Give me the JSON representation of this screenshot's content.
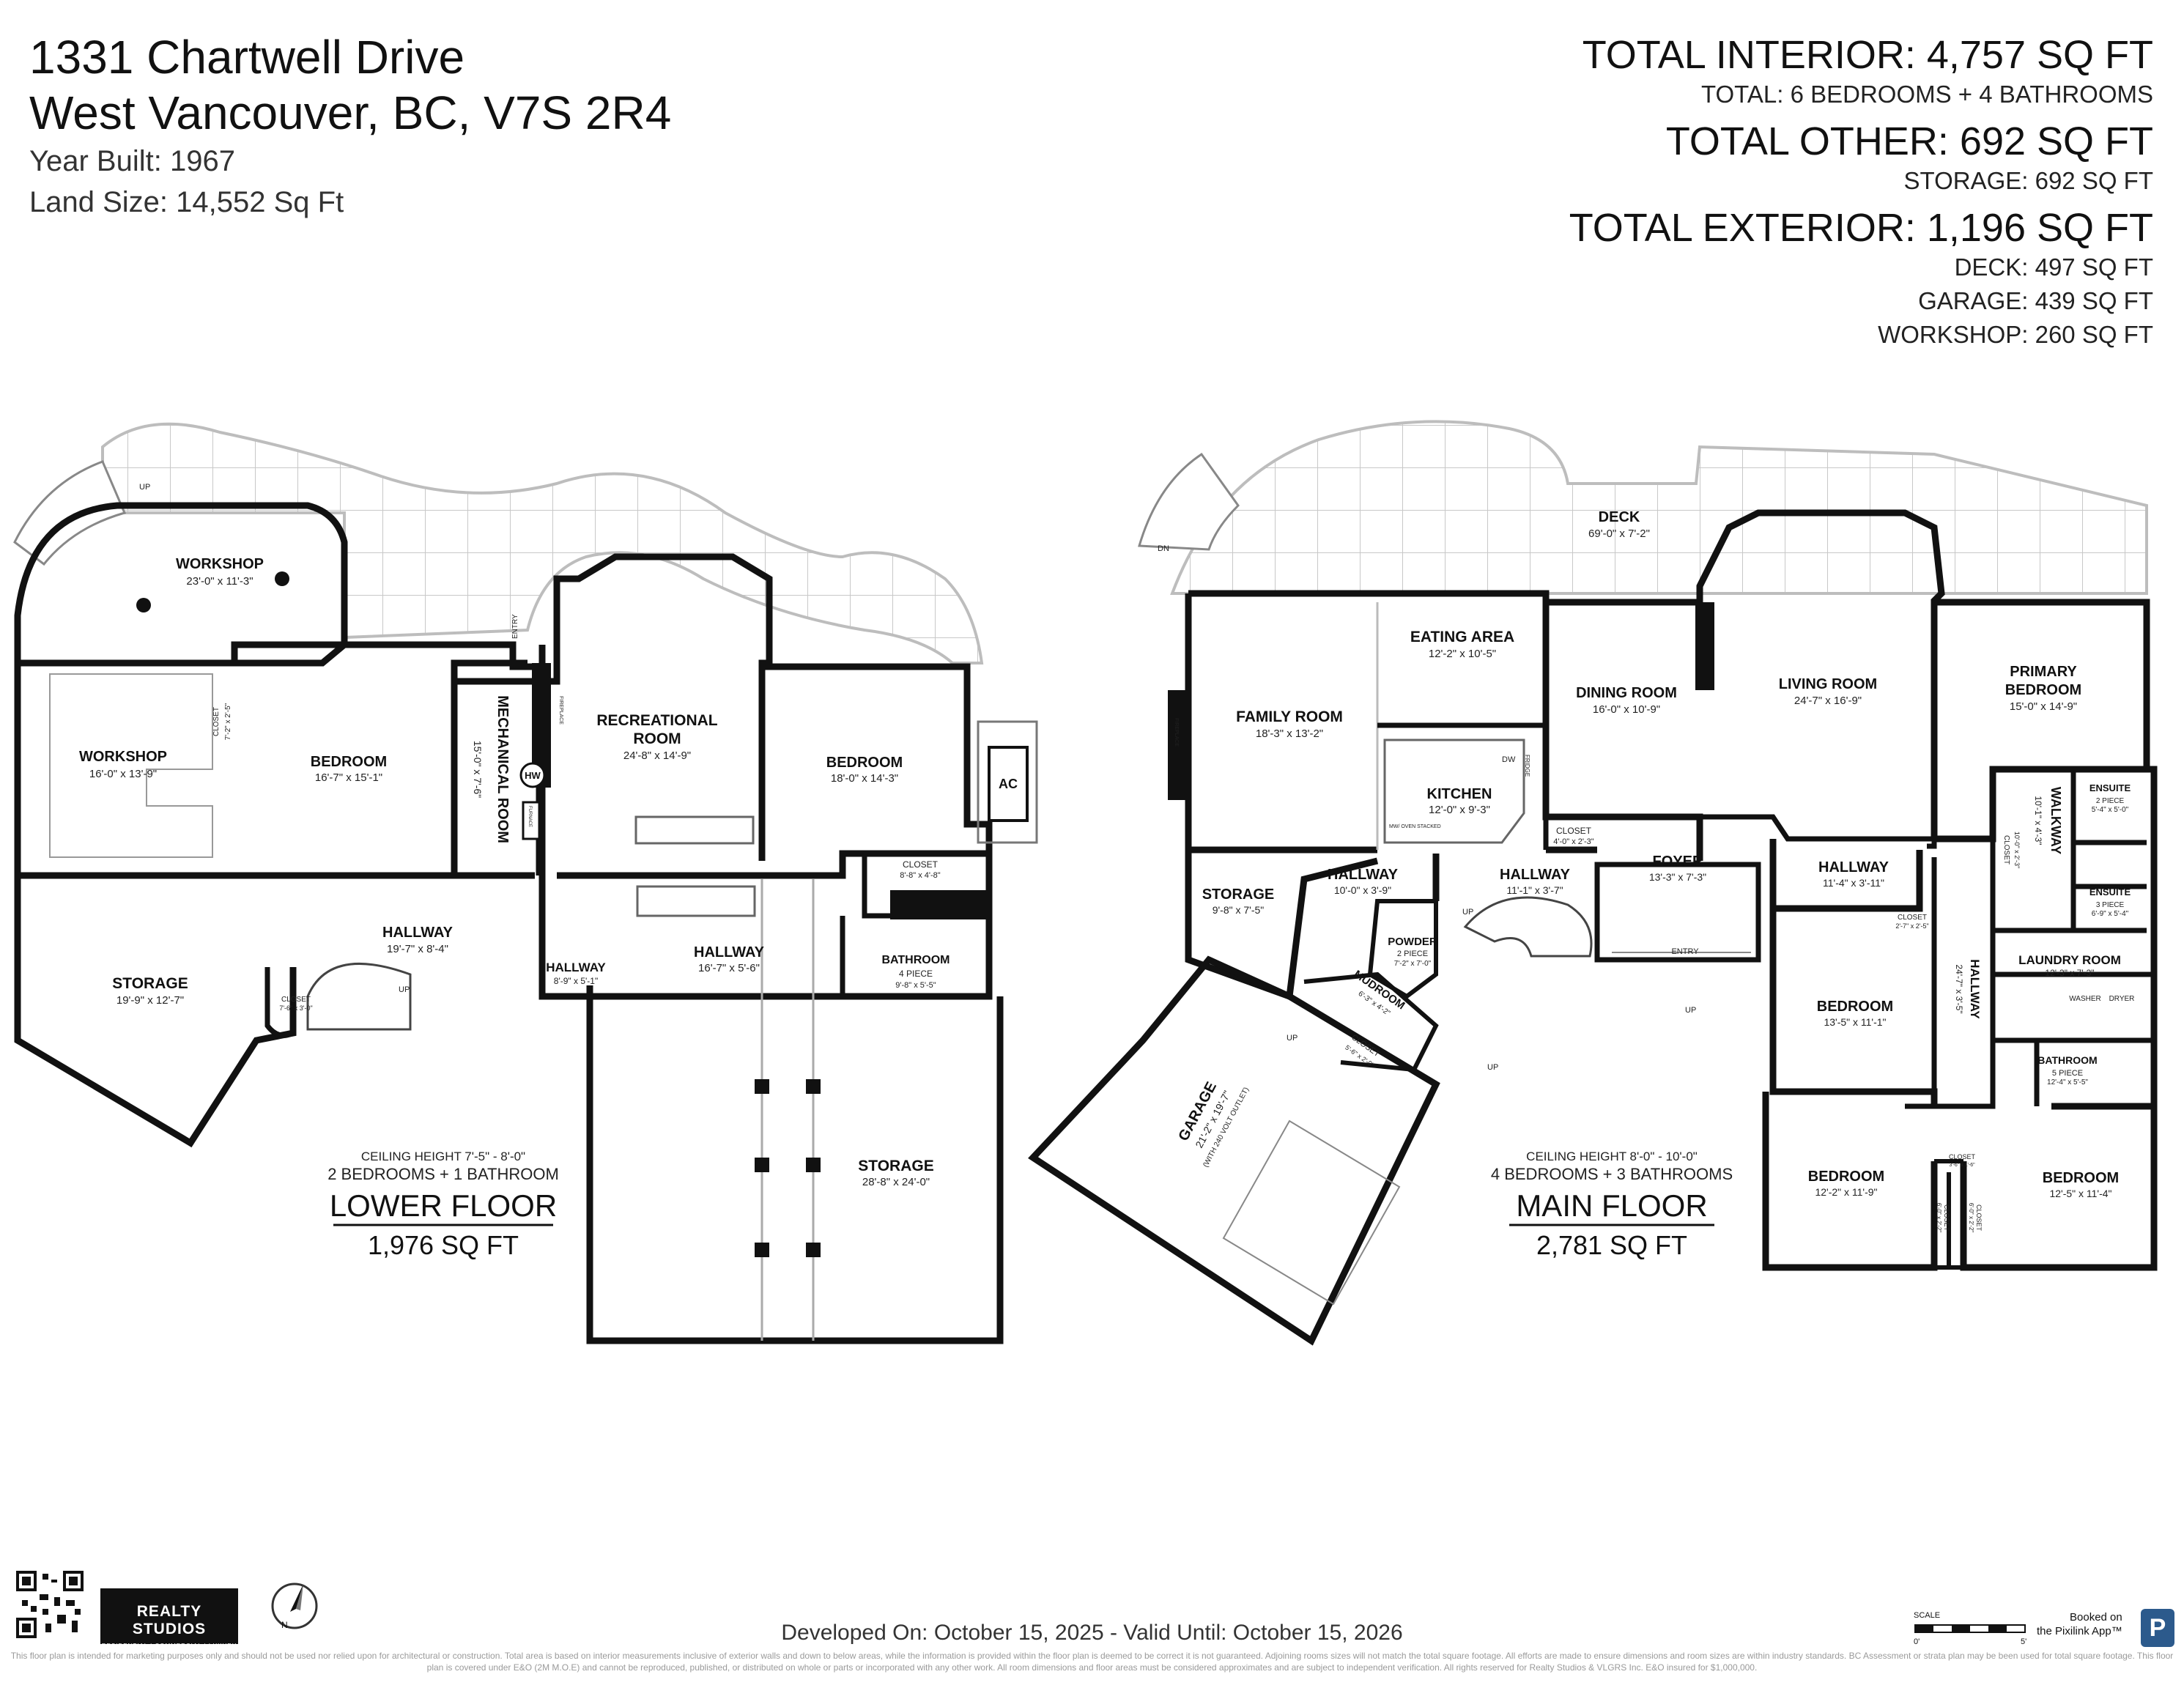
{
  "header": {
    "address_line1": "1331 Chartwell Drive",
    "address_line2": "West Vancouver, BC, V7S 2R4",
    "year_built": "Year Built: 1967",
    "land_size": "Land Size: 14,552 Sq Ft"
  },
  "totals": {
    "interior_label": "TOTAL INTERIOR:",
    "interior_value": "4,757 SQ FT",
    "interior_sub": "TOTAL: 6 BEDROOMS + 4 BATHROOMS",
    "other_label": "TOTAL OTHER:",
    "other_value": "692 SQ FT",
    "other_sub": "STORAGE: 692 SQ FT",
    "exterior_label": "TOTAL EXTERIOR:",
    "exterior_value": "1,196 SQ FT",
    "exterior_deck": "DECK: 497 SQ FT",
    "exterior_garage": "GARAGE: 439 SQ FT",
    "exterior_workshop": "WORKSHOP: 260 SQ FT"
  },
  "lower_floor": {
    "ceiling": "CEILING HEIGHT 7'-5\" - 8'-0\"",
    "beds_baths": "2 BEDROOMS + 1 BATHROOM",
    "title": "LOWER FLOOR",
    "area": "1,976 SQ FT",
    "rooms": {
      "workshop_top": {
        "name": "WORKSHOP",
        "dims": "23'-0\" x 11'-3\""
      },
      "workshop": {
        "name": "WORKSHOP",
        "dims": "16'-0\" x 13'-9\""
      },
      "closet1": {
        "name": "CLOSET",
        "dims": "7'-2\" x 2'-5\""
      },
      "bedroom1": {
        "name": "BEDROOM",
        "dims": "16'-7\" x 15'-1\""
      },
      "mechanical": {
        "name": "MECHANICAL ROOM",
        "dims": "15'-0\" x 7'-6\""
      },
      "rec_line1": "RECREATIONAL",
      "rec_line2": "ROOM",
      "rec_dims": "24'-8\" x 14'-9\"",
      "bedroom2": {
        "name": "BEDROOM",
        "dims": "18'-0\" x 14'-3\""
      },
      "closet2": {
        "name": "CLOSET",
        "dims": "8'-8\" x 4'-8\""
      },
      "bathroom": {
        "name": "BATHROOM",
        "sub": "4 PIECE",
        "dims": "9'-8\" x 5'-5\""
      },
      "storage1": {
        "name": "STORAGE",
        "dims": "19'-9\" x 12'-7\""
      },
      "hallway1": {
        "name": "HALLWAY",
        "dims": "19'-7\" x 8'-4\""
      },
      "closet3": {
        "name": "CLOSET",
        "dims": "7'-6\" x 3'-0\""
      },
      "hallway2": {
        "name": "HALLWAY",
        "dims": "8'-9\" x 5'-1\""
      },
      "hallway3": {
        "name": "HALLWAY",
        "dims": "16'-7\" x 5'-6\""
      },
      "storage2": {
        "name": "STORAGE",
        "dims": "28'-8\" x 24'-0\""
      }
    },
    "labels": {
      "up1": "UP",
      "up2": "UP",
      "hw": "HW",
      "ac": "AC",
      "entry": "ENTRY",
      "fireplace": "FIREPLACE",
      "furnace": "FURNACE"
    }
  },
  "main_floor": {
    "ceiling": "CEILING HEIGHT 8'-0\" - 10'-0\"",
    "beds_baths": "4 BEDROOMS + 3 BATHROOMS",
    "title": "MAIN FLOOR",
    "area": "2,781 SQ FT",
    "rooms": {
      "deck": {
        "name": "DECK",
        "dims": "69'-0\" x 7'-2\""
      },
      "eating": {
        "name": "EATING AREA",
        "dims": "12'-2\" x 10'-5\""
      },
      "family": {
        "name": "FAMILY ROOM",
        "dims": "18'-3\" x 13'-2\""
      },
      "dining": {
        "name": "DINING ROOM",
        "dims": "16'-0\" x 10'-9\""
      },
      "living": {
        "name": "LIVING ROOM",
        "dims": "24'-7\" x 16'-9\""
      },
      "primary_line1": "PRIMARY",
      "primary_line2": "BEDROOM",
      "primary_dims": "15'-0\" x 14'-9\"",
      "kitchen": {
        "name": "KITCHEN",
        "dims": "12'-0\" x 9'-3\""
      },
      "closet_k": {
        "name": "CLOSET",
        "dims": "4'-0\" x 2'-3\""
      },
      "storage": {
        "name": "STORAGE",
        "dims": "9'-8\" x 7'-5\""
      },
      "hallway_a": {
        "name": "HALLWAY",
        "dims": "10'-0\" x 3'-9\""
      },
      "hallway_b": {
        "name": "HALLWAY",
        "dims": "11'-1\" x 3'-7\""
      },
      "foyer": {
        "name": "FOYER",
        "dims": "13'-3\" x 7'-3\""
      },
      "hallway_c": {
        "name": "HALLWAY",
        "dims": "11'-4\" x 3'-11\""
      },
      "walkway": {
        "name": "WALKWAY",
        "dims": "10'-1\" x 4'-3\""
      },
      "ensuite1": {
        "name": "ENSUITE",
        "sub": "2 PIECE",
        "dims": "5'-4\" x 5'-0\""
      },
      "ensuite2": {
        "name": "ENSUITE",
        "sub": "3 PIECE",
        "dims": "6'-9\" x 5'-4\""
      },
      "closet_w": {
        "name": "CLOSET",
        "dims": "10'-0\" x 2'-3\""
      },
      "closet_h": {
        "name": "CLOSET",
        "dims": "2'-7\" x 2'-5\""
      },
      "powder": {
        "name": "POWDER",
        "sub": "2 PIECE",
        "dims": "7'-2\" x 7'-0\""
      },
      "mudroom": {
        "name": "MUDROOM",
        "dims": "6'-3\" x 4'-2\""
      },
      "closet_m": {
        "name": "CLOSET",
        "dims": "5'-6\" x 2'-0\""
      },
      "garage": {
        "name": "GARAGE",
        "dims": "21'-2\" x 19'-7\"",
        "sub": "(WITH 240 VOLT OUTLET)"
      },
      "laundry": {
        "name": "LAUNDRY ROOM",
        "dims": "12'-3\" x 7'-3\""
      },
      "hallway_v": {
        "name": "HALLWAY",
        "dims": "24'-7\" x 3'-5\""
      },
      "bedroom_a": {
        "name": "BEDROOM",
        "dims": "13'-5\" x 11'-1\""
      },
      "bathroom5": {
        "name": "BATHROOM",
        "sub": "5 PIECE",
        "dims": "12'-4\" x 5'-5\""
      },
      "bedroom_b": {
        "name": "BEDROOM",
        "dims": "12'-2\" x 11'-9\""
      },
      "bedroom_c": {
        "name": "BEDROOM",
        "dims": "12'-5\" x 11'-4\""
      },
      "closet_b1": {
        "name": "CLOSET",
        "dims": "6'-0\" x 2'-2\""
      },
      "closet_b2": {
        "name": "CLOSET",
        "dims": "6'-0\" x 2'-2\""
      },
      "closet_b3": {
        "name": "CLOSET",
        "dims": "3'-6\" x 1'-6\""
      }
    },
    "labels": {
      "dn": "DN",
      "up_stair": "UP",
      "up_garage": "UP",
      "up_mud": "UP",
      "up_entry": "UP",
      "entry": "ENTRY",
      "dw": "DW",
      "fridge": "FRIDGE",
      "mw": "MW/ OVEN STACKED",
      "washer": "WASHER",
      "dryer": "DRYER",
      "fireplace": "FIREPLACE"
    }
  },
  "footer": {
    "developed": "Developed On: October 15, 2025 - Valid Until: October 15, 2026",
    "disclaimer": "This floor plan is intended for marketing purposes only and should not be used nor relied upon for architectural or construction. Total area is based on interior measurements inclusive of exterior walls and down to below areas, while the information is provided within the floor plan is deemed to be correct it is not guaranteed. Adjoining rooms sizes will not match the total square footage. All efforts are made to ensure dimensions and room sizes are within industry standards. BC Assessment or strata plan may be been used for total square footage. This floor plan is covered under E&O (2M M.O.E) and cannot be reproduced, published, or distributed on whole or parts or incorporated with any other work. All room dimensions and floor areas must be considered approximates and are subject to independent verification. All rights reserved for Realty Studios & VLGRS Inc. E&O insured for $1,000,000.",
    "brand": "REALTY STUDIOS",
    "brand_tag": "RESIDENTIAL | COMMERCIAL | LUXURY",
    "scale_label": "SCALE",
    "scale_0": "0'",
    "scale_5": "5'",
    "booked_line1": "Booked on",
    "booked_line2": "the Pixilink App™",
    "pixi_letter": "P",
    "compass_n": "N"
  },
  "colors": {
    "wall": "#111111",
    "deck_line": "#bdbdbd",
    "brand_bg": "#111111",
    "pixilink": "#2c5a8c"
  }
}
